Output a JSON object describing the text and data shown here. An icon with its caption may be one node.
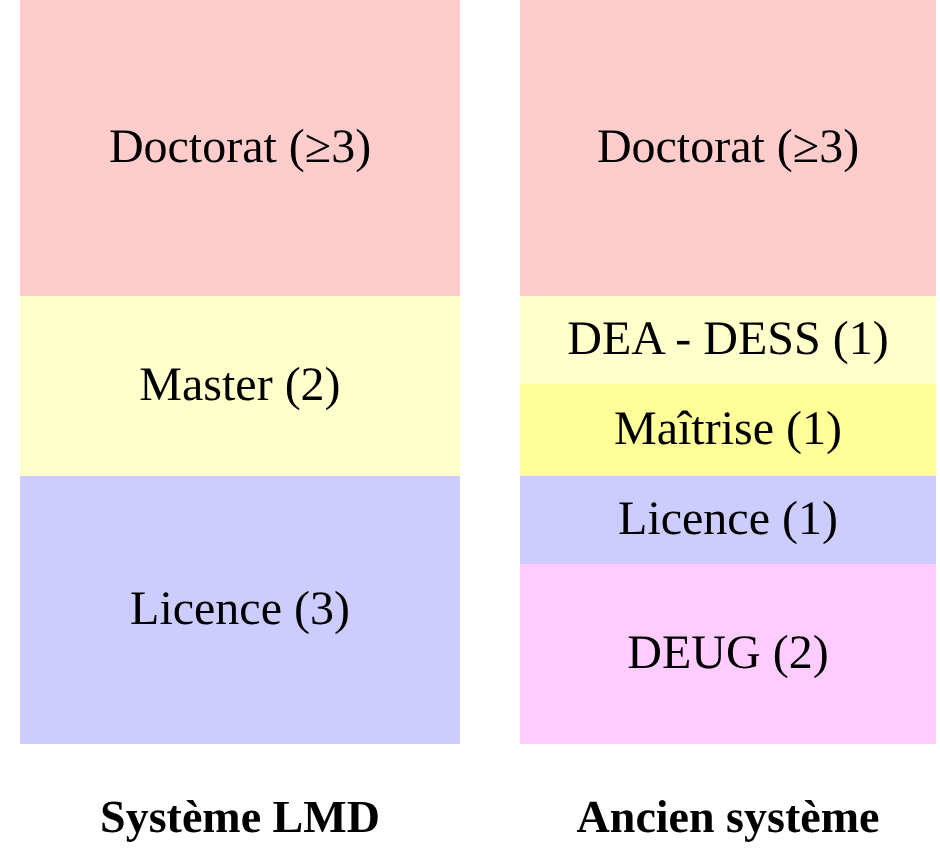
{
  "diagram": {
    "nodes": [
      {
        "text": [
          "Doctorat (≥3)"
        ]
      },
      {
        "text": [
          "Master (2)"
        ]
      },
      {
        "text": [
          "Licence (3)"
        ]
      },
      {
        "text": [
          "Doctorat (≥3)"
        ]
      },
      {
        "text": [
          "DEA - DESS (1)"
        ]
      },
      {
        "text": [
          "Maîtrise (1)"
        ]
      },
      {
        "text": [
          "Licence (1)"
        ]
      },
      {
        "text": [
          "DEUG (2)"
        ]
      }
    ],
    "labels": [
      "Système LMD",
      "Ancien système"
    ]
  }
}
